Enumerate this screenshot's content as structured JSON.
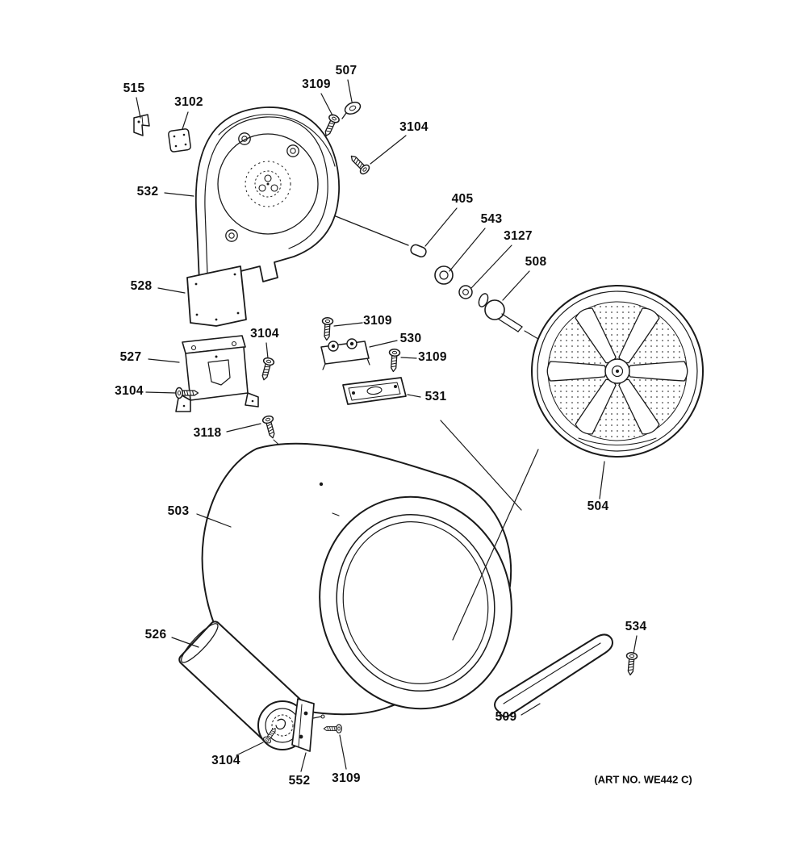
{
  "diagram": {
    "art_no": "(ART NO. WE442 C)",
    "line_color": "#1a1a1a",
    "background": "#ffffff",
    "labels": {
      "p515": "515",
      "p3102": "3102",
      "p532": "532",
      "p3109_a": "3109",
      "p507": "507",
      "p3104_a": "3104",
      "p405": "405",
      "p543": "543",
      "p3127": "3127",
      "p508": "508",
      "p528": "528",
      "p527": "527",
      "p3104_b": "3104",
      "p3104_c": "3104",
      "p3109_b": "3109",
      "p530": "530",
      "p3109_c": "3109",
      "p531": "531",
      "p3118": "3118",
      "p503": "503",
      "p504": "504",
      "p526": "526",
      "p534": "534",
      "p509": "509",
      "p3104_d": "3104",
      "p552": "552",
      "p3109_d": "3109"
    }
  }
}
